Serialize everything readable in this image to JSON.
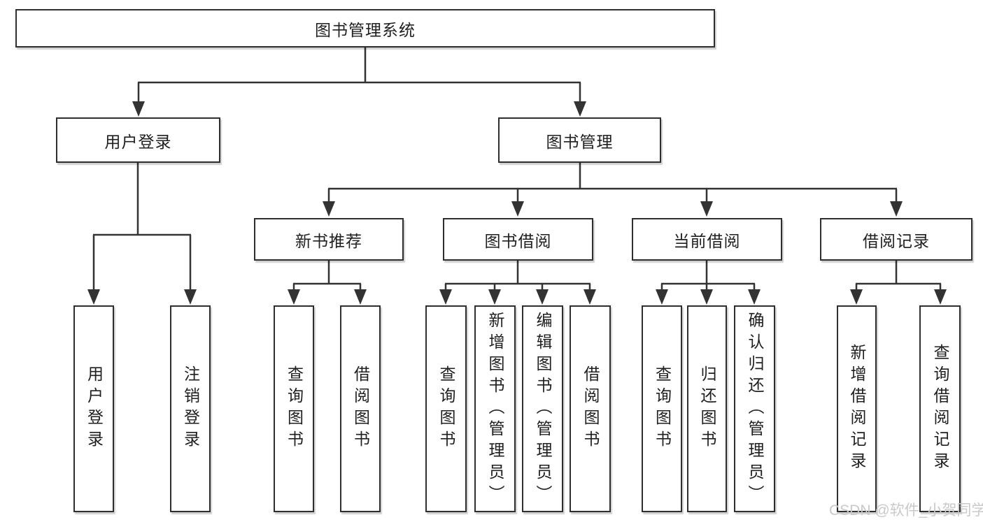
{
  "diagram": {
    "title": "图书管理系统",
    "nodes": {
      "root": {
        "label": "图书管理系统"
      },
      "user_login": {
        "label": "用户登录"
      },
      "book_mgmt": {
        "label": "图书管理"
      },
      "login": {
        "label": "用户登录"
      },
      "logout": {
        "label": "注销登录"
      },
      "new_book_rec": {
        "label": "新书推荐"
      },
      "book_borrow": {
        "label": "图书借阅"
      },
      "current_borrow": {
        "label": "当前借阅"
      },
      "borrow_records": {
        "label": "借阅记录"
      },
      "rec_query_book": {
        "label": "查询图书"
      },
      "rec_borrow_book": {
        "label": "借阅图书"
      },
      "bb_query_book": {
        "label": "查询图书"
      },
      "bb_add_book": {
        "label": "新增图书（管理员）"
      },
      "bb_edit_book": {
        "label": "编辑图书（管理员）"
      },
      "bb_borrow_book": {
        "label": "借阅图书"
      },
      "cb_query_book": {
        "label": "查询图书"
      },
      "cb_return_book": {
        "label": "归还图书"
      },
      "cb_confirm_return": {
        "label": "确认归还（管理员）"
      },
      "br_add_record": {
        "label": "新增借阅记录"
      },
      "br_query_record": {
        "label": "查询借阅记录"
      }
    },
    "hierarchy": {
      "root": [
        "user_login",
        "book_mgmt"
      ],
      "user_login": [
        "login",
        "logout"
      ],
      "book_mgmt": [
        "new_book_rec",
        "book_borrow",
        "current_borrow",
        "borrow_records"
      ],
      "new_book_rec": [
        "rec_query_book",
        "rec_borrow_book"
      ],
      "book_borrow": [
        "bb_query_book",
        "bb_add_book",
        "bb_edit_book",
        "bb_borrow_book"
      ],
      "current_borrow": [
        "cb_query_book",
        "cb_return_book",
        "cb_confirm_return"
      ],
      "borrow_records": [
        "br_add_record",
        "br_query_record"
      ]
    }
  },
  "watermark": {
    "text": "CSDN @软件_小贺同学"
  },
  "colors": {
    "line": "#333333",
    "box-border": "#2e2e2e",
    "box-bg": "#ffffff",
    "text": "#1f1f1f",
    "watermark": "#c9c9c9",
    "bg": "#ffffff"
  }
}
